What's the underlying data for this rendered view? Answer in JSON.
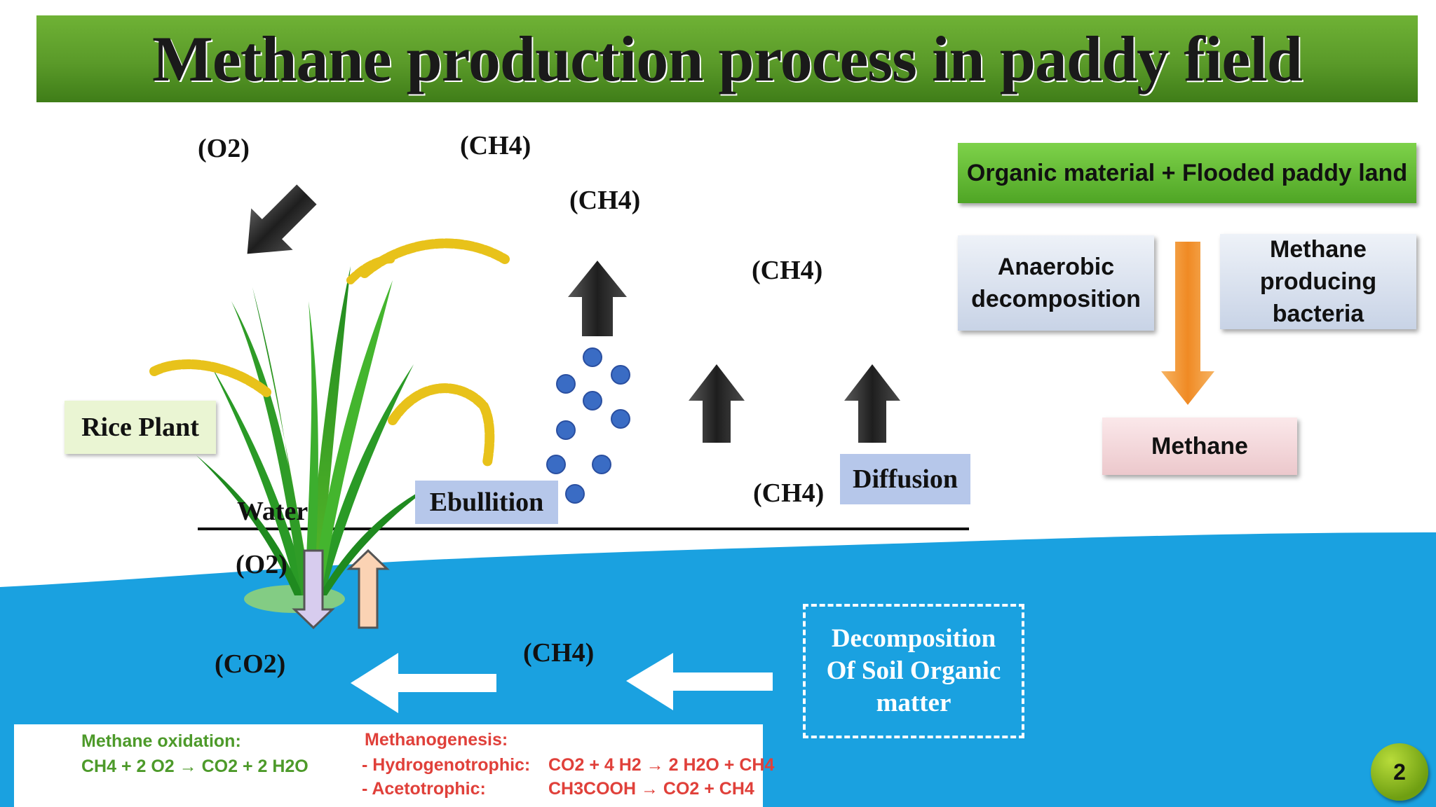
{
  "title": "Methane production process in paddy field",
  "diagram": {
    "labels": {
      "o2_top": "(O2)",
      "ch4_top1": "(CH4)",
      "ch4_top2": "(CH4)",
      "ch4_mid": "(CH4)",
      "ch4_water": "(CH4)",
      "o2_water": "(O2)",
      "co2": "(CO2)",
      "ch4_soil": "(CH4)",
      "water": "Water"
    },
    "boxes": {
      "rice_plant": "Rice Plant",
      "ebullition": "Ebullition",
      "diffusion": "Diffusion",
      "decomposition": [
        "Decomposition",
        "Of Soil Organic",
        "matter"
      ]
    }
  },
  "flowchart": {
    "top": "Organic material + Flooded paddy land",
    "left": [
      "Anaerobic",
      "decomposition"
    ],
    "right": [
      "Methane",
      "producing",
      "bacteria"
    ],
    "bottom": "Methane"
  },
  "equations": {
    "oxidation_title": "Methane oxidation:",
    "oxidation_eq": "CH4 + 2 O2 → CO2 + 2 H2O",
    "methanogenesis_title": "Methanogenesis:",
    "hydro_label": "- Hydrogenotrophic:",
    "hydro_eq": "CO2 + 4 H2 → 2 H2O + CH4",
    "aceto_label": "- Acetotrophic:",
    "aceto_eq": "CH3COOH → CO2 + CH4"
  },
  "page_number": "2",
  "colors": {
    "title_green": "#5a9a29",
    "soil_blue": "#1aa1e0",
    "bubble_blue": "#3a6cc4",
    "oxidation_green": "#4d9a2a",
    "methanogenesis_red": "#e0403a",
    "flow_arrow_orange": "#f29a3a"
  }
}
